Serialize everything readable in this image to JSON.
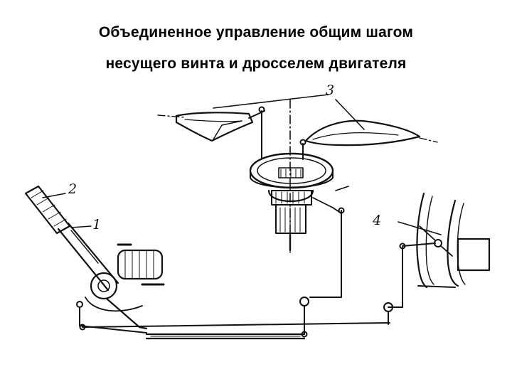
{
  "title": {
    "line1": "Объединенное управление общим шагом",
    "line2": "несущего винта и дросселем двигателя"
  },
  "diagram": {
    "callouts": [
      {
        "id": "1",
        "text": "1"
      },
      {
        "id": "2",
        "text": "2"
      },
      {
        "id": "3",
        "text": "3"
      },
      {
        "id": "4",
        "text": "4"
      }
    ]
  },
  "colors": {
    "ink": "#111111",
    "background": "#ffffff"
  }
}
